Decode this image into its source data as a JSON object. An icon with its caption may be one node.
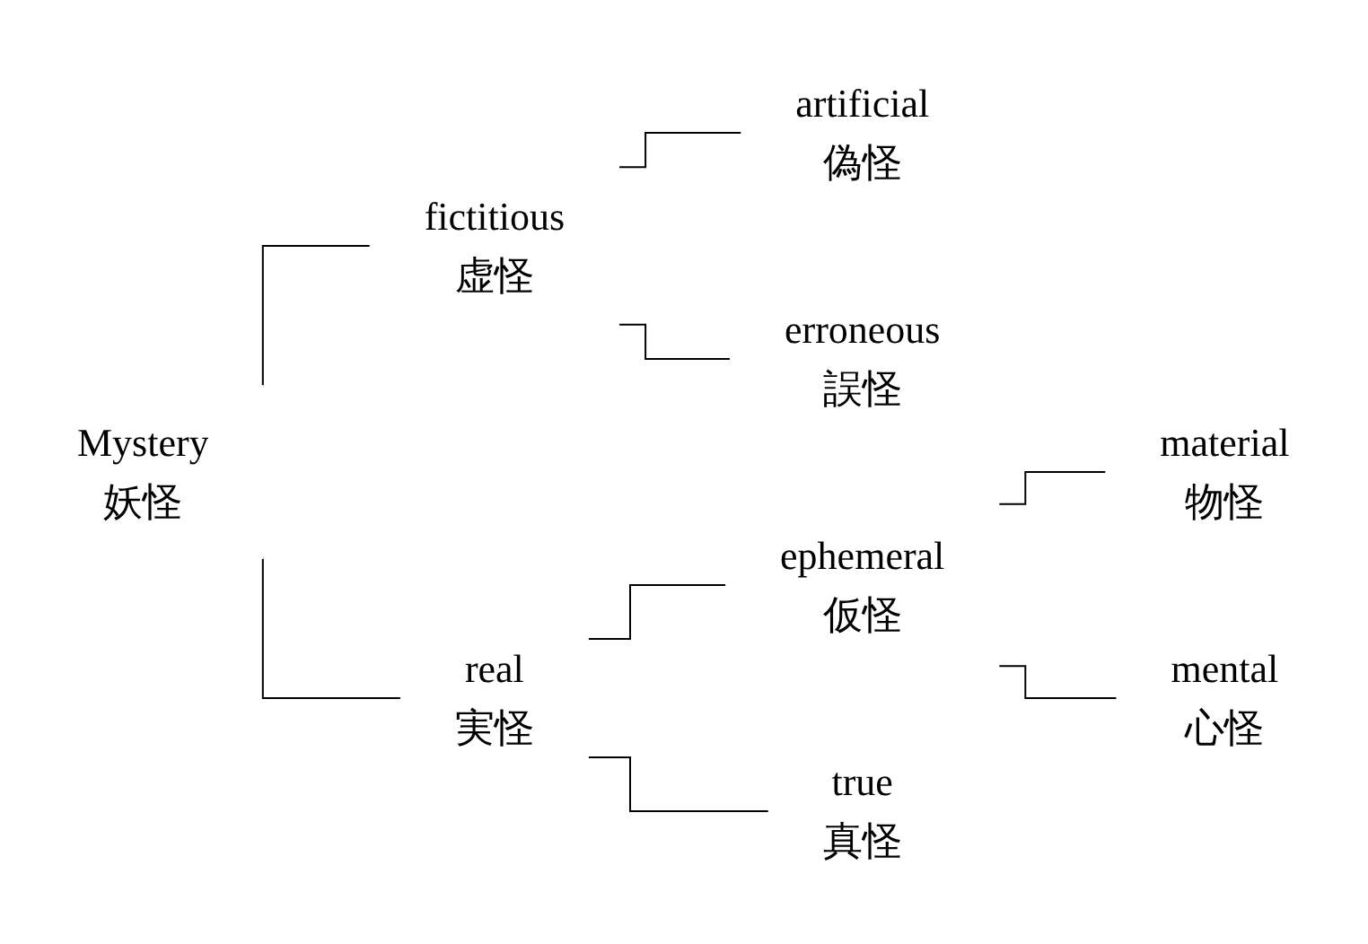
{
  "diagram": {
    "nodes": [
      {
        "text": [
          "Mystery",
          "妖怪"
        ]
      },
      {
        "text": [
          "fictitious",
          "虚怪"
        ]
      },
      {
        "text": [
          "real",
          "実怪"
        ]
      },
      {
        "text": [
          "artificial",
          "偽怪"
        ]
      },
      {
        "text": [
          "erroneous",
          "誤怪"
        ]
      },
      {
        "text": [
          "ephemeral",
          "仮怪"
        ]
      },
      {
        "text": [
          "true",
          "真怪"
        ]
      },
      {
        "text": [
          "material",
          "物怪"
        ]
      },
      {
        "text": [
          "mental",
          "心怪"
        ]
      }
    ],
    "edges": [
      {
        "from": 0,
        "to": 1,
        "arrow": "none"
      },
      {
        "from": 0,
        "to": 2,
        "arrow": "none"
      },
      {
        "from": 1,
        "to": 3,
        "arrow": "none"
      },
      {
        "from": 1,
        "to": 4,
        "arrow": "none"
      },
      {
        "from": 2,
        "to": 5,
        "arrow": "none"
      },
      {
        "from": 2,
        "to": 6,
        "arrow": "none"
      },
      {
        "from": 5,
        "to": 7,
        "arrow": "none"
      },
      {
        "from": 5,
        "to": 8,
        "arrow": "none"
      }
    ]
  }
}
